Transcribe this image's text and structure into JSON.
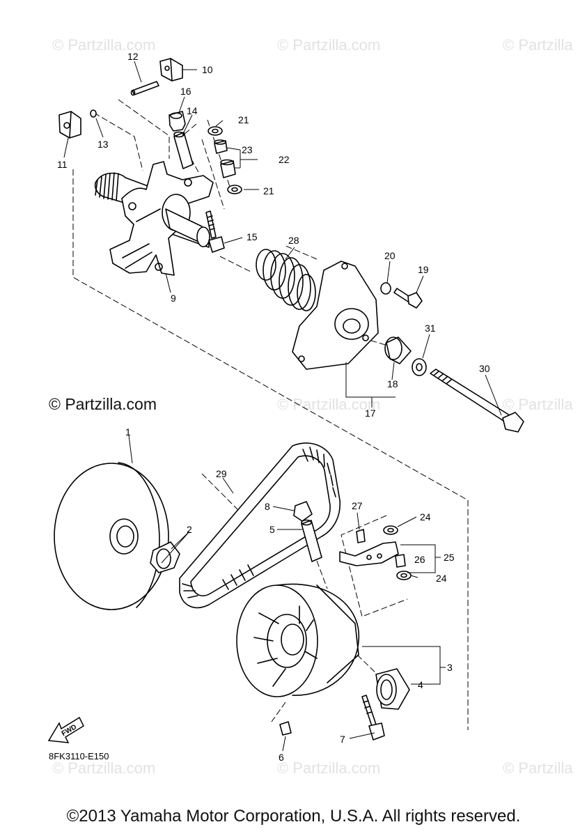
{
  "watermarks": [
    "© Partzilla.com",
    "© Partzilla.com",
    "© Partzilla",
    "© Partzilla.com",
    "© Partzilla",
    "© Partzilla.com",
    "© Partzilla.com",
    "© Partzilla"
  ],
  "brand_text": "© Partzilla.com",
  "footer_text": "©2013 Yamaha Motor Corporation, U.S.A. All rights reserved.",
  "diagram_code": "8FK3110-E150",
  "fwd_label": "FWD",
  "callouts": [
    "1",
    "2",
    "3",
    "4",
    "5",
    "6",
    "7",
    "8",
    "9",
    "10",
    "11",
    "12",
    "13",
    "14",
    "15",
    "16",
    "17",
    "18",
    "19",
    "20",
    "21",
    "21",
    "22",
    "23",
    "24",
    "24",
    "25",
    "26",
    "27",
    "28",
    "29",
    "30",
    "31"
  ],
  "colors": {
    "line": "#000000",
    "watermark": "#e2e2e2",
    "background": "#ffffff"
  }
}
